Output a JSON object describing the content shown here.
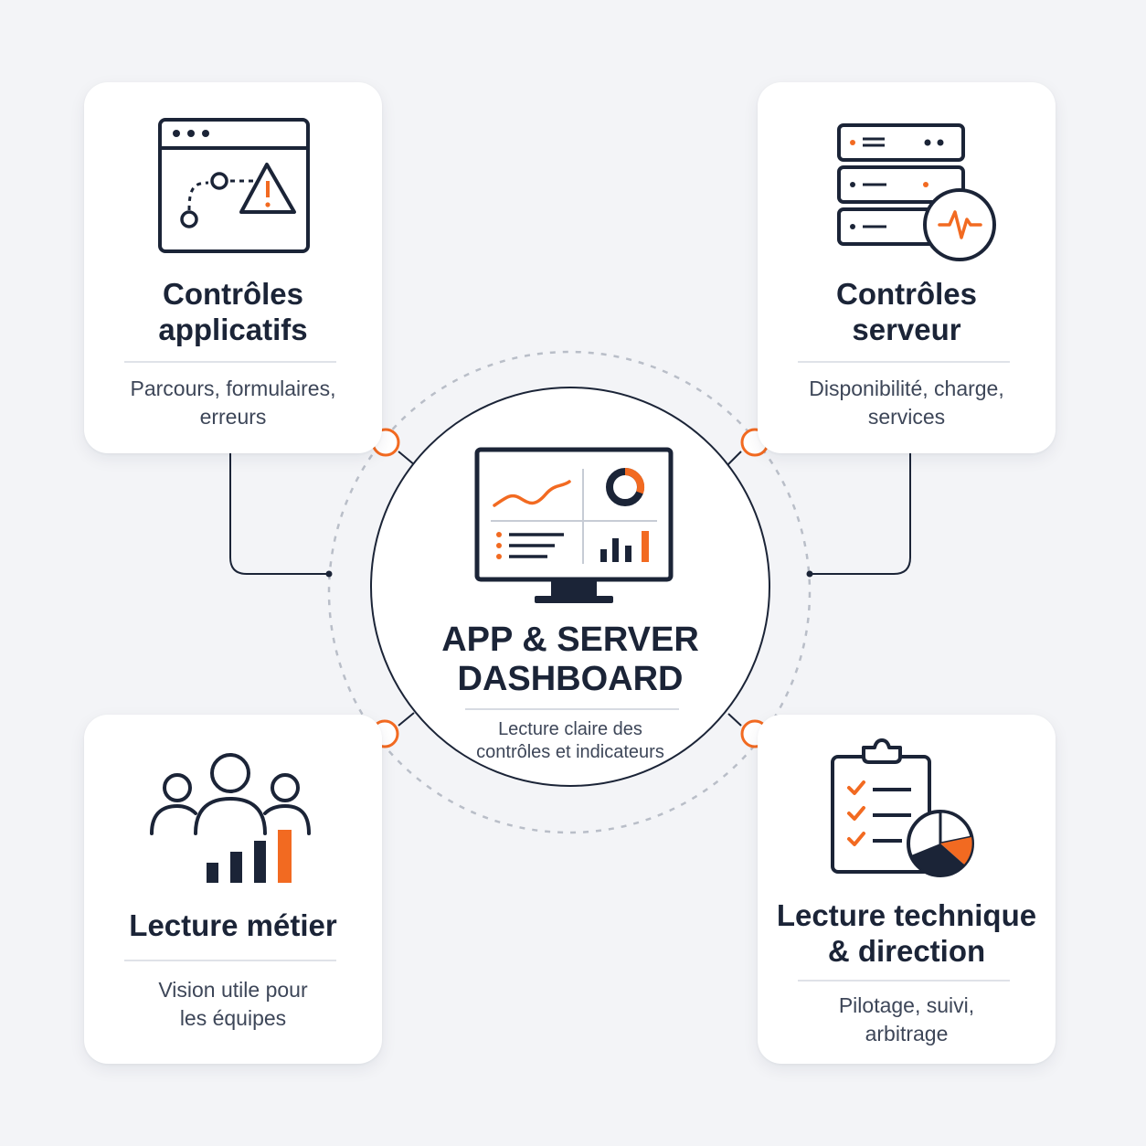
{
  "hub": {
    "title_line1": "APP & SERVER",
    "title_line2": "DASHBOARD",
    "desc_line1": "Lecture claire des",
    "desc_line2": "contrôles et indicateurs"
  },
  "cards": {
    "app": {
      "title_line1": "Contrôles",
      "title_line2": "applicatifs",
      "desc_line1": "Parcours, formulaires,",
      "desc_line2": "erreurs",
      "icon": "browser-warning-icon"
    },
    "server": {
      "title_line1": "Contrôles",
      "title_line2": "serveur",
      "desc_line1": "Disponibilité, charge,",
      "desc_line2": "services",
      "icon": "server-pulse-icon"
    },
    "metier": {
      "title_line1": "Lecture métier",
      "desc_line1": "Vision utile pour",
      "desc_line2": "les équipes",
      "icon": "team-growth-icon"
    },
    "technique": {
      "title_line1": "Lecture technique",
      "title_line2": "& direction",
      "desc_line1": "Pilotage, suivi,",
      "desc_line2": "arbitrage",
      "icon": "checklist-pie-icon"
    }
  },
  "colors": {
    "navy": "#1b2437",
    "accent": "#f26a21",
    "background": "#f3f4f7"
  }
}
